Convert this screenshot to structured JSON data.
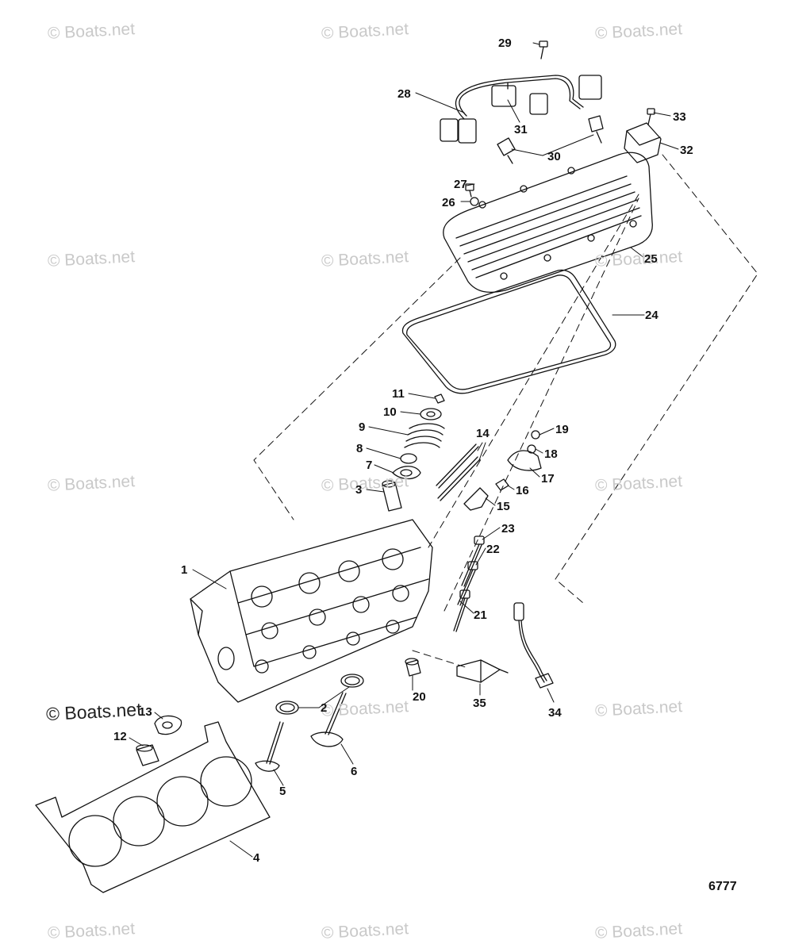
{
  "watermark": "© Boats.net",
  "figure_number": "6777",
  "callouts": [
    "1",
    "2",
    "3",
    "4",
    "5",
    "6",
    "7",
    "8",
    "9",
    "10",
    "11",
    "12",
    "13",
    "14",
    "15",
    "16",
    "17",
    "18",
    "19",
    "20",
    "21",
    "22",
    "23",
    "24",
    "25",
    "26",
    "27",
    "28",
    "29",
    "30",
    "31",
    "32",
    "33",
    "34",
    "35"
  ]
}
